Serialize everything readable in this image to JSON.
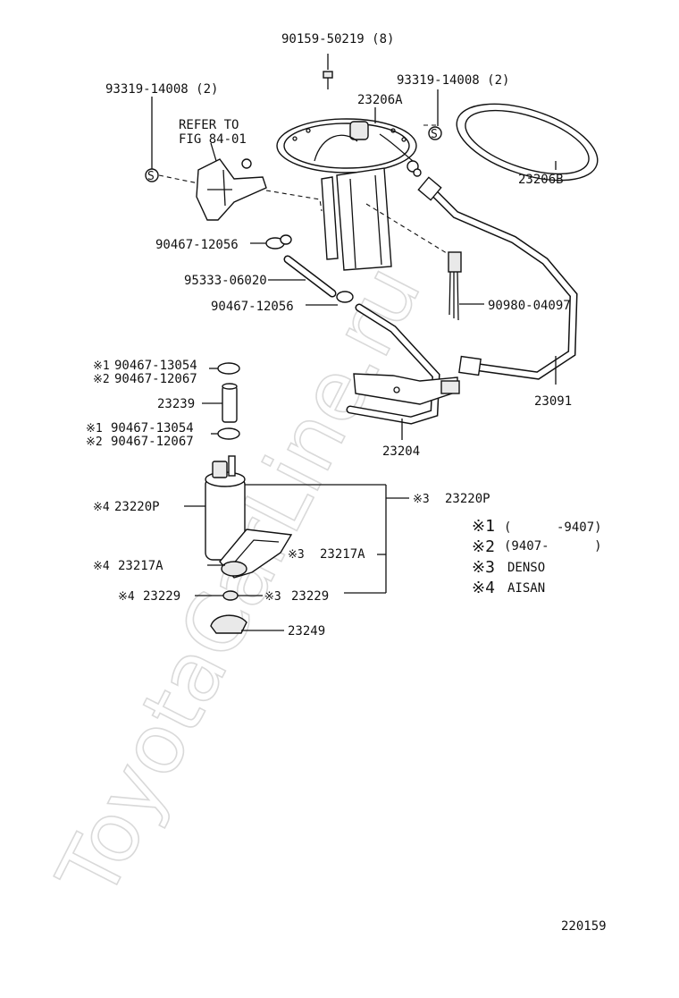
{
  "watermark": "ToyotaCarLine.ru",
  "diagram_id": "220159",
  "labels": {
    "bolt": "90159-50219 (8)",
    "gasket_left": "93319-14008 (2)",
    "gasket_right": "93319-14008 (2)",
    "refer_line1": "REFER TO",
    "refer_line2": "FIG 84-01",
    "bracket_a": "23206A",
    "ring_b": "23206B",
    "clamp_1": "90467-12056",
    "hose": "95333-06020",
    "clamp_2": "90467-12056",
    "sender": "90980-04097",
    "tube_23091": "23091",
    "tube_23204": "23204",
    "clip_a1_mark": "※1",
    "clip_a1": "90467-13054",
    "clip_a2_mark": "※2",
    "clip_a2": "90467-12067",
    "hose_23239": "23239",
    "clip_b1_mark": "※1",
    "clip_b1": "90467-13054",
    "clip_b2_mark": "※2",
    "clip_b2": "90467-12067",
    "pump_left_mark": "※4",
    "pump_left": "23220P",
    "pump_right_mark": "※3",
    "pump_right": "23220P",
    "filter_left_mark": "※4",
    "filter_left": "23217A",
    "filter_right_mark": "※3",
    "filter_right": "23217A",
    "cushion_left_mark": "※4",
    "cushion_left": "23229",
    "cushion_right_mark": "※3",
    "cushion_right": "23229",
    "cover": "23249"
  },
  "legend": [
    {
      "mark": "※1",
      "text": "(      -9407)"
    },
    {
      "mark": "※2",
      "text": "(9407-      )"
    },
    {
      "mark": "※3",
      "text": "DENSO"
    },
    {
      "mark": "※4",
      "text": "AISAN"
    }
  ]
}
